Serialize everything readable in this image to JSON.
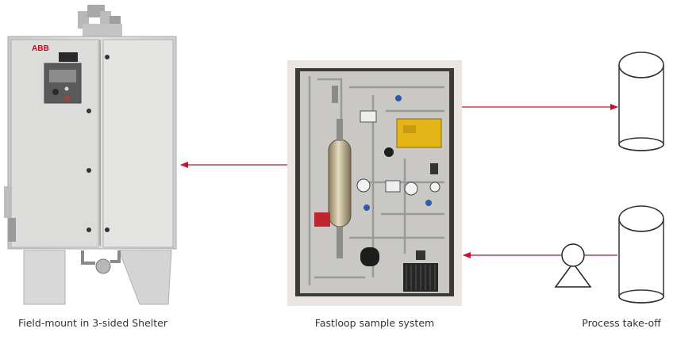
{
  "captions": {
    "shelter": "Field-mount in 3-sided Shelter",
    "sample_system": "Fastloop sample system",
    "process": "Process take-off"
  },
  "shelter_brand": "ABB",
  "colors": {
    "arrow": "#c8102e",
    "cabinet": "#dcdcda",
    "frame": "#e8e4e0",
    "panel": "#cfcfcf"
  }
}
